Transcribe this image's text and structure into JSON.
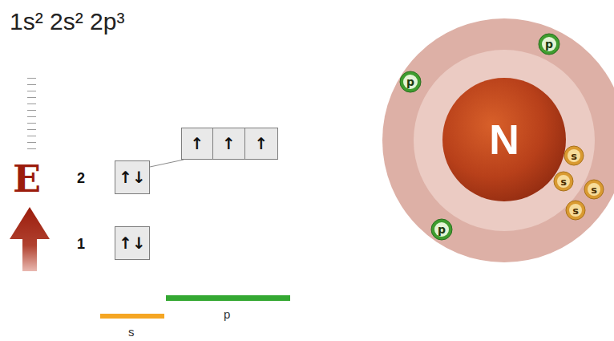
{
  "diagram": {
    "title": "1s² 2s² 2p³",
    "nodes": [
      {
        "text": [
          "↑"
        ]
      },
      {
        "text": [
          "↑"
        ]
      },
      {
        "text": [
          "↑"
        ]
      },
      {
        "text": [
          "↑↓"
        ]
      },
      {
        "text": [
          "↑↓"
        ]
      },
      {
        "text": [
          "N"
        ]
      },
      {
        "text": [
          "p"
        ]
      },
      {
        "text": [
          "p"
        ]
      },
      {
        "text": [
          "s"
        ]
      },
      {
        "text": [
          "s"
        ]
      },
      {
        "text": [
          "s"
        ]
      },
      {
        "text": [
          "s"
        ]
      },
      {
        "text": [
          "p"
        ]
      }
    ],
    "edges": [
      {
        "from": 3,
        "to": 0,
        "arrow": "none"
      }
    ],
    "labels": [
      "E",
      "2",
      "1",
      "s",
      "p"
    ]
  }
}
